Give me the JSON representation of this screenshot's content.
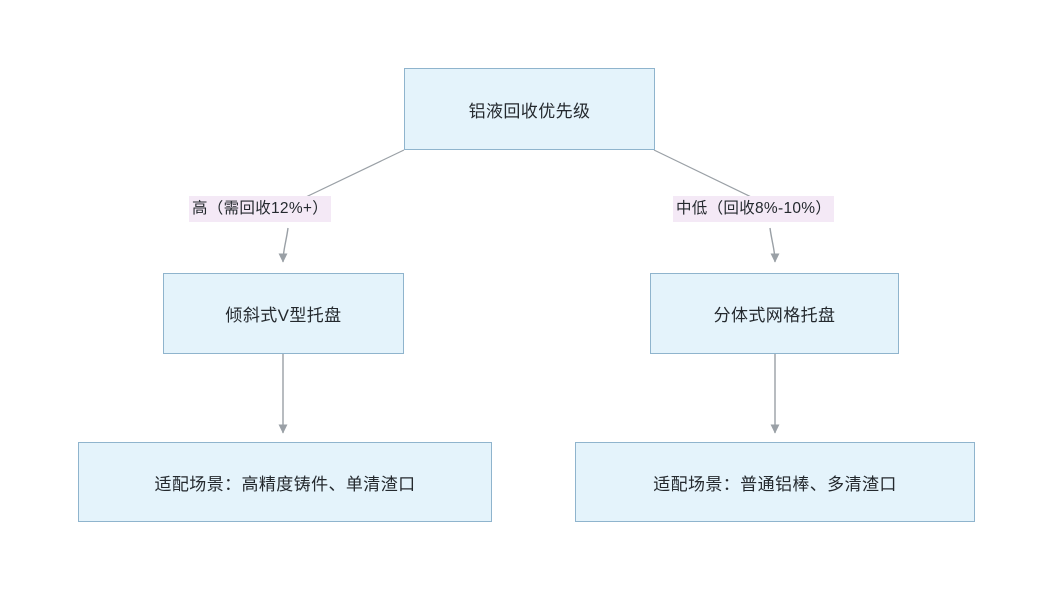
{
  "diagram": {
    "type": "flowchart",
    "title": "铝液回收优先级",
    "orientation": "top-down",
    "background_color": "#ffffff",
    "node_fill_color": "#e4f3fb",
    "node_border_color": "#8fb4cd",
    "edge_color": "#9aa0a6",
    "edge_label_background": "#f4e9f6",
    "nodes": [
      {
        "id": "root",
        "label": "铝液回收优先级"
      },
      {
        "id": "left-mid",
        "label": "倾斜式V型托盘"
      },
      {
        "id": "right-mid",
        "label": "分体式网格托盘"
      },
      {
        "id": "left-bottom",
        "label": "适配场景：高精度铸件、单清渣口"
      },
      {
        "id": "right-bottom",
        "label": "适配场景：普通铝棒、多清渣口"
      }
    ],
    "edges": [
      {
        "id": "root-to-left",
        "from": "root",
        "to": "left-mid",
        "label": "高（需回收12%+）"
      },
      {
        "id": "root-to-right",
        "from": "root",
        "to": "right-mid",
        "label": "中低（回收8%-10%）"
      },
      {
        "id": "left-mid-to-left-bottom",
        "from": "left-mid",
        "to": "left-bottom",
        "label": ""
      },
      {
        "id": "right-mid-to-right-bottom",
        "from": "right-mid",
        "to": "right-bottom",
        "label": ""
      }
    ]
  }
}
